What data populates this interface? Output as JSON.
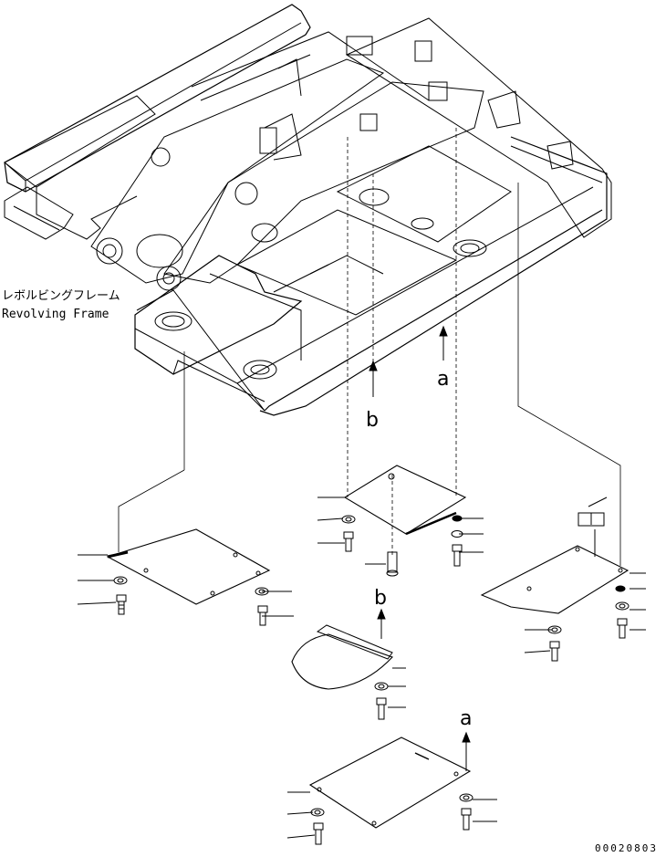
{
  "frame_label": {
    "japanese": "レボルビングフレーム",
    "english": "Revolving Frame"
  },
  "arrows": {
    "a_upper": "a",
    "b_upper": "b",
    "b_lower": "b",
    "a_lower": "a"
  },
  "drawing_code": "00020803",
  "colors": {
    "ink": "#000000",
    "paper": "#ffffff"
  }
}
